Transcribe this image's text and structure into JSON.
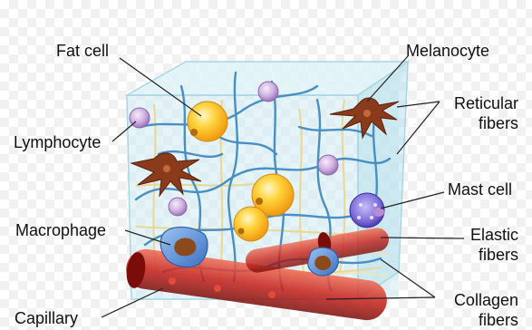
{
  "labels": {
    "fat_cell": "Fat cell",
    "lymphocyte": "Lymphocyte",
    "macrophage": "Macrophage",
    "capillary": "Capillary",
    "melanocyte": "Melanocyte",
    "reticular_1": "Reticular",
    "reticular_2": "fibers",
    "mast_cell": "Mast cell",
    "elastic_1": "Elastic",
    "elastic_2": "fibers",
    "collagen_1": "Collagen",
    "collagen_2": "fibers"
  },
  "colors": {
    "cube_glass": "#bfe3ef",
    "reticular_fiber": "#4a8fc4",
    "elastic_fiber": "#e8d48a",
    "fat_cell": "#f7c21a",
    "lymphocyte": "#c9a3d9",
    "melanocyte": "#8a3b1c",
    "mast_cell": "#7b6bd6",
    "macrophage": "#4a7fd0",
    "capillary": "#c8251b"
  }
}
